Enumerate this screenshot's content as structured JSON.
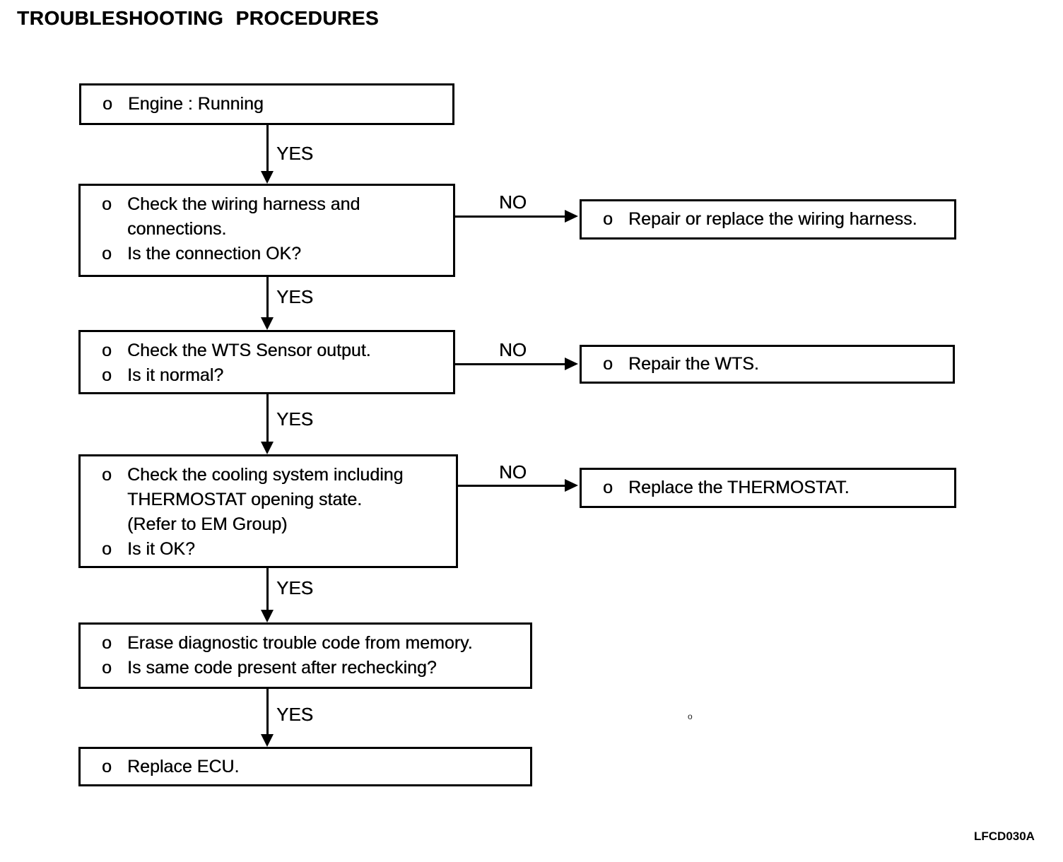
{
  "title": "TROUBLESHOOTING PROCEDURES",
  "figure_code": "LFCD030A",
  "scan_speck": "o",
  "colors": {
    "ink": "#000000",
    "paper": "#ffffff"
  },
  "connector_labels": {
    "yes": "YES",
    "no": "NO"
  },
  "diagram": {
    "steps": [
      {
        "name": "engine-running",
        "lines": [
          {
            "b": "o",
            "t": "Engine : Running"
          }
        ]
      },
      {
        "name": "check-wiring-harness",
        "lines": [
          {
            "b": "o",
            "t": "Check the wiring harness and"
          },
          {
            "b": "",
            "t": "connections."
          },
          {
            "b": "o",
            "t": "Is the connection OK?"
          }
        ]
      },
      {
        "name": "check-wts-sensor",
        "lines": [
          {
            "b": "o",
            "t": "Check the WTS Sensor output."
          },
          {
            "b": "o",
            "t": "Is it normal?"
          }
        ]
      },
      {
        "name": "check-cooling-system",
        "lines": [
          {
            "b": "o",
            "t": "Check the cooling system including"
          },
          {
            "b": "",
            "t": "THERMOSTAT opening state."
          },
          {
            "b": "",
            "t": "(Refer to EM Group)"
          },
          {
            "b": "o",
            "t": "Is it OK?"
          }
        ]
      },
      {
        "name": "erase-dtc",
        "lines": [
          {
            "b": "o",
            "t": "Erase diagnostic trouble code from memory."
          },
          {
            "b": "o",
            "t": "Is same code present after rechecking?"
          }
        ]
      },
      {
        "name": "replace-ecu",
        "lines": [
          {
            "b": "o",
            "t": "Replace ECU."
          }
        ]
      }
    ],
    "remedies": [
      {
        "name": "repair-wiring-harness",
        "lines": [
          {
            "b": "o",
            "t": "Repair or replace the wiring harness."
          }
        ]
      },
      {
        "name": "repair-wts",
        "lines": [
          {
            "b": "o",
            "t": "Repair the WTS."
          }
        ]
      },
      {
        "name": "replace-thermostat",
        "lines": [
          {
            "b": "o",
            "t": "Replace the THERMOSTAT."
          }
        ]
      }
    ]
  }
}
